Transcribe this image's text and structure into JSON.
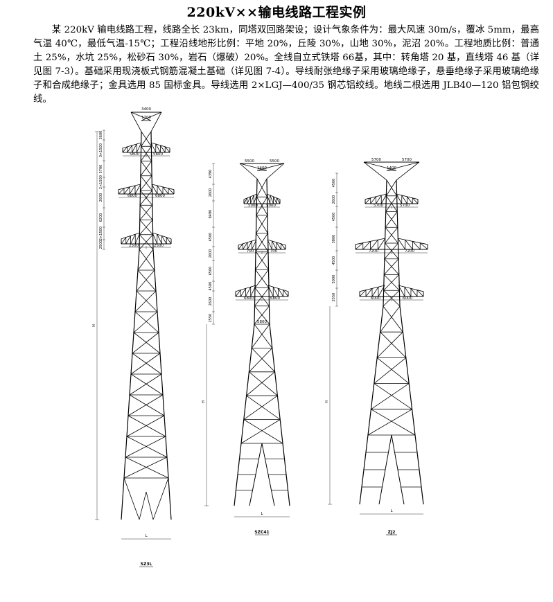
{
  "document": {
    "title": "220kV××输电线路工程实例",
    "paragraph": "某 220kV 输电线路工程，线路全长 23km，同塔双回路架设；设计气象条件为：最大风速 30m/s，覆冰 5mm，最高气温 40℃，最低气温-15℃；工程沿线地形比例：平地 20%，丘陵 30%，山地 30%，泥沼 20%。工程地质比例：普通土 25%，水坑 25%，松砂石 30%，岩石（爆破）20%。全线自立式铁塔 66基，其中：转角塔 20 基，直线塔 46 基（详见图 7-3）。基础采用现浇板式钢筋混凝土基础（详见图 7-4）。导线耐张绝缘子采用玻璃绝缘子，悬垂绝缘子采用玻璃绝缘子和合成绝缘子；金具选用 85 国标金具。导线选用 2×LGJ—400/35 钢芯铝绞线。地线二根选用 JLB40—120 铝包钢绞线。"
  },
  "towers": {
    "left": {
      "top_dims": [
        "3400",
        "1700"
      ],
      "arm_dims": [
        [
          "5800",
          "5800"
        ],
        [
          "6800",
          "6800"
        ],
        [
          "2500",
          "2500"
        ]
      ],
      "vertical_dims": [
        "3600",
        "3×1500",
        "5700",
        "2×1500",
        "2600",
        "6200",
        "2×1500",
        "2500"
      ],
      "height_label": "H",
      "base_label": "L",
      "caption": "SZ3L"
    },
    "middle": {
      "top_dims": [
        "5500",
        "5500",
        "1400"
      ],
      "arm_dims": [
        [
          "5000",
          "5000"
        ],
        [
          "700",
          "700"
        ],
        [
          "6800",
          "6800"
        ]
      ],
      "extra_dim": "5800",
      "vertical_dims": [
        "4390",
        "2600",
        "8490",
        "4500",
        "2600",
        "6500",
        "4500",
        "2600",
        "2550"
      ],
      "height_label": "H",
      "base_label": "L",
      "caption": "SZC41"
    },
    "right": {
      "top_dims": [
        "5700",
        "5700",
        "1400"
      ],
      "arm_dims": [
        [
          "5700",
          "5700"
        ],
        [
          "7200",
          "7200"
        ],
        [
          "6000",
          "6000"
        ]
      ],
      "vertical_dims": [
        "4500",
        "2600",
        "4500",
        "3800",
        "4500",
        "5000",
        "2550"
      ],
      "height_label": "H",
      "base_label": "L",
      "caption": "ZJ2"
    }
  }
}
